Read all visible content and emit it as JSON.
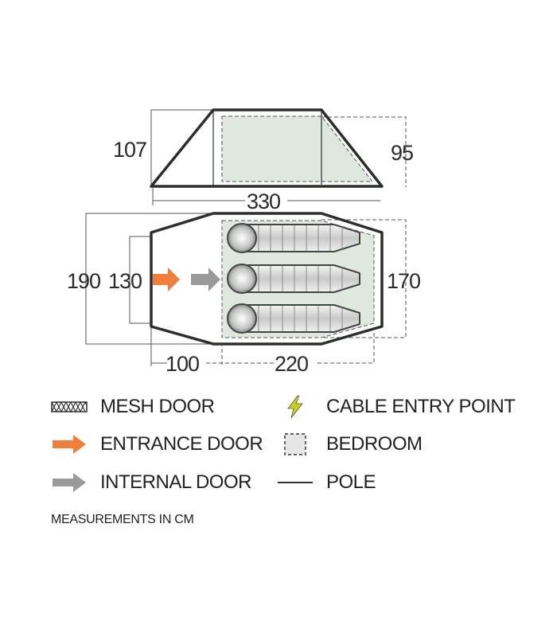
{
  "diagram": {
    "dimensions": {
      "height_front": "107",
      "height_rear": "95",
      "total_length": "330",
      "total_width": "190",
      "door_width": "130",
      "bedroom_width": "170",
      "porch_length": "100",
      "bedroom_length": "220"
    },
    "sleeping_bags": 3
  },
  "legend": {
    "mesh_door": "MESH DOOR",
    "entrance_door": "ENTRANCE DOOR",
    "internal_door": "INTERNAL DOOR",
    "cable_entry": "CABLE ENTRY POINT",
    "bedroom": "BEDROOM",
    "pole": "POLE"
  },
  "note": "MEASUREMENTS IN CM",
  "colors": {
    "outline": "#2b2f2b",
    "inner_fill": "#dfe8df",
    "entrance_arrow": "#f07f3c",
    "internal_arrow": "#9a9a9a",
    "cable_icon": "#c8d21e",
    "dash": "#555555"
  }
}
